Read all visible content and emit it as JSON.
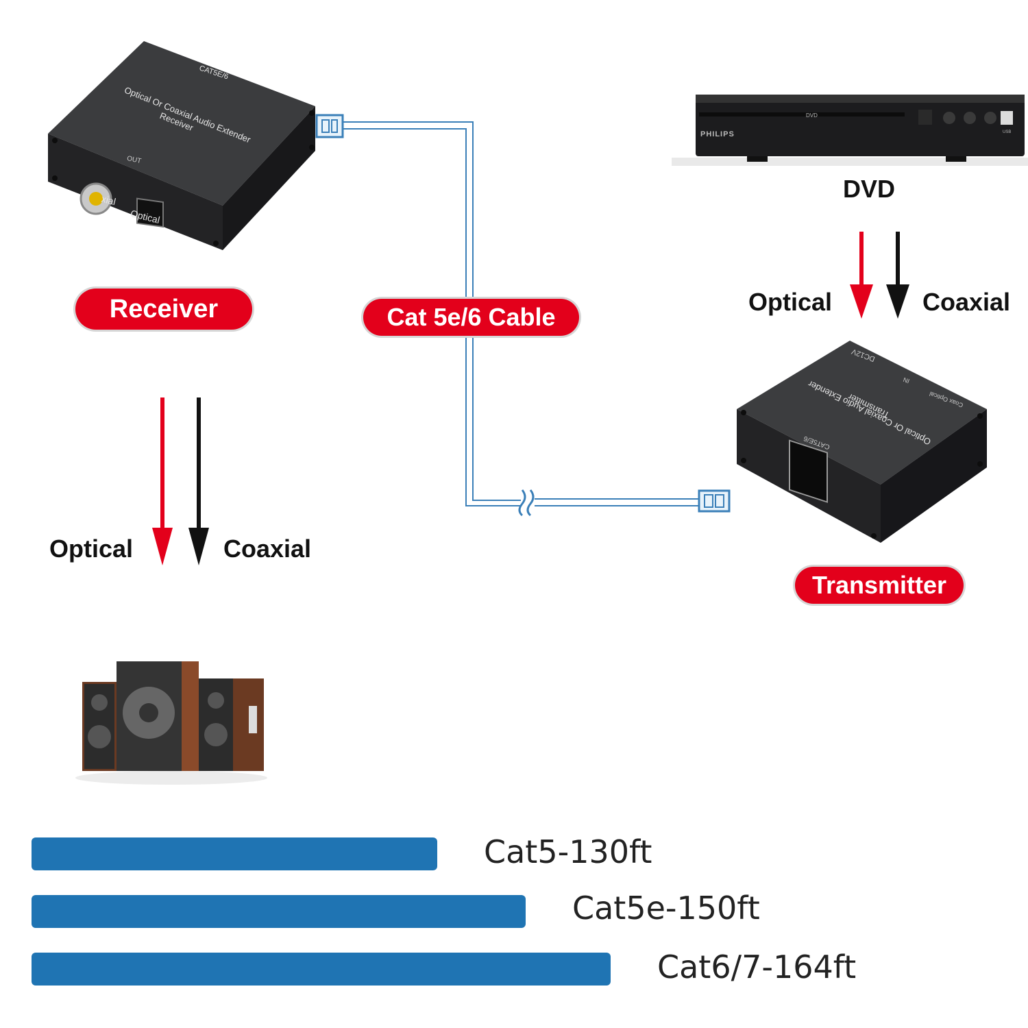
{
  "receiver": {
    "pill": "Receiver",
    "panel_model": "CAT5E/6",
    "panel_title": "Optical Or Coaxial Audio Extender",
    "panel_sub": "Receiver",
    "port_group": "OUT",
    "port_coax": "xial",
    "port_optical": "Optical"
  },
  "transmitter": {
    "pill": "Transmitter",
    "panel_title": "Optical Or Coaxial Audio Extender",
    "panel_sub": "Transmitter",
    "panel_model": "CAT5E/6",
    "panel_dc": "DC12V",
    "panel_in": "IN",
    "panel_coax": "Coax  Optical"
  },
  "dvd": {
    "label": "DVD",
    "brand": "PHILIPS",
    "disc_logo": "DVD",
    "usb": "USB"
  },
  "cable": {
    "pill": "Cat 5e/6 Cable"
  },
  "signals_top": {
    "optical": "Optical",
    "coaxial": "Coaxial"
  },
  "signals_bottom": {
    "optical": "Optical",
    "coaxial": "Coaxial"
  },
  "colors": {
    "accent_red": "#e3001b",
    "cable_blue": "#3a7fb8",
    "bar_blue": "#1f74b3",
    "arrow_black": "#111111"
  },
  "distances": [
    {
      "label": "Cat5-130ft",
      "feet": 130
    },
    {
      "label": "Cat5e-150ft",
      "feet": 150
    },
    {
      "label": "Cat6/7-164ft",
      "feet": 164
    }
  ]
}
